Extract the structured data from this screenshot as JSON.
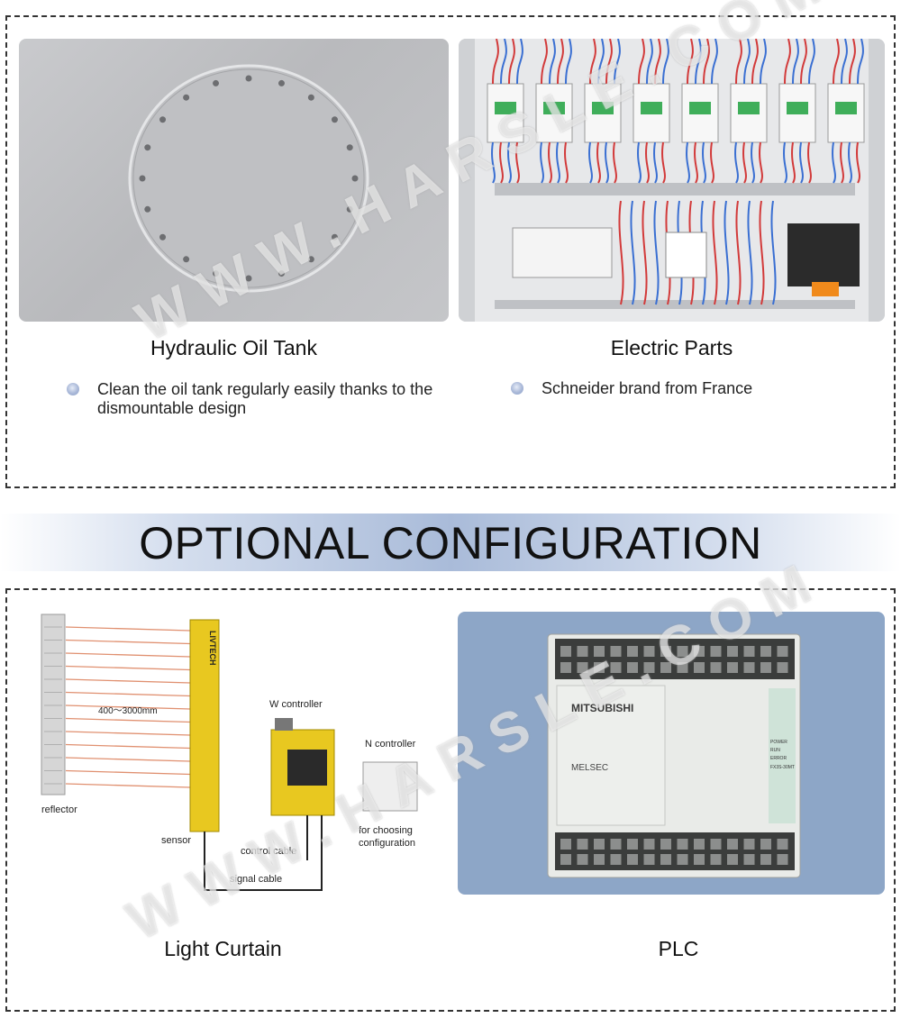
{
  "top_section": {
    "left": {
      "title": "Hydraulic Oil Tank",
      "bullet": "Clean the oil tank regularly easily thanks to the dismountable design"
    },
    "right": {
      "title": "Electric Parts",
      "bullet": "Schneider brand from France"
    }
  },
  "banner": {
    "title": "OPTIONAL CONFIGURATION"
  },
  "bottom_section": {
    "left": {
      "title": "Light Curtain",
      "diagram_labels": {
        "reflector": "reflector",
        "range": "400～3000mm",
        "sensor": "sensor",
        "brand": "LIVTECH",
        "w_controller": "W controller",
        "n_controller": "N controller",
        "choosing_1": "for choosing",
        "choosing_2": "configuration",
        "control_cable": "control cable",
        "signal_cable": "signal cable"
      }
    },
    "right": {
      "title": "PLC",
      "plc_labels": {
        "brand": "MITSUBISHI",
        "series": "MELSEC",
        "model": "FX3S-30MT",
        "power": "POWER",
        "run": "RUN",
        "error": "ERROR"
      }
    }
  },
  "watermark": "WWW.HARSLE.COM",
  "colors": {
    "banner": "#a9bbd9",
    "plc_bg": "#8da6c7",
    "bullet": "#a9b8d8",
    "curtain_yellow": "#e8c820",
    "beam": "#e09070"
  }
}
